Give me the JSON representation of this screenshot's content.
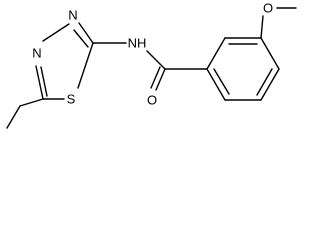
{
  "structure": {
    "atom_labels": {
      "thiadiazole_n_upper": "N",
      "thiadiazole_n_lower": "N",
      "thiadiazole_s": "S",
      "amide_nh": "NH",
      "carbonyl_o": "O",
      "methoxy_o": "O"
    },
    "colors": {
      "bond": "#000000",
      "label": "#000000",
      "background": "#ffffff"
    }
  }
}
